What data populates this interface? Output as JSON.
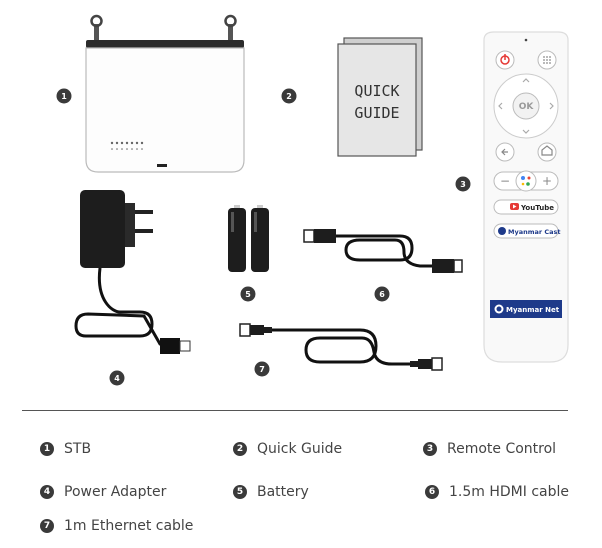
{
  "items": [
    {
      "num": "1",
      "label": "STB"
    },
    {
      "num": "2",
      "label": "Quick Guide"
    },
    {
      "num": "3",
      "label": "Remote Control"
    },
    {
      "num": "4",
      "label": "Power Adapter"
    },
    {
      "num": "5",
      "label": "Battery"
    },
    {
      "num": "6",
      "label": "1.5m HDMI cable"
    },
    {
      "num": "7",
      "label": "1m Ethernet cable"
    }
  ],
  "guide": {
    "line1": "QUICK",
    "line2": "GUIDE"
  },
  "remote": {
    "ok": "OK",
    "youtube": "YouTube",
    "cast": "Myanmar Cast",
    "net": "Myanmar Net"
  }
}
